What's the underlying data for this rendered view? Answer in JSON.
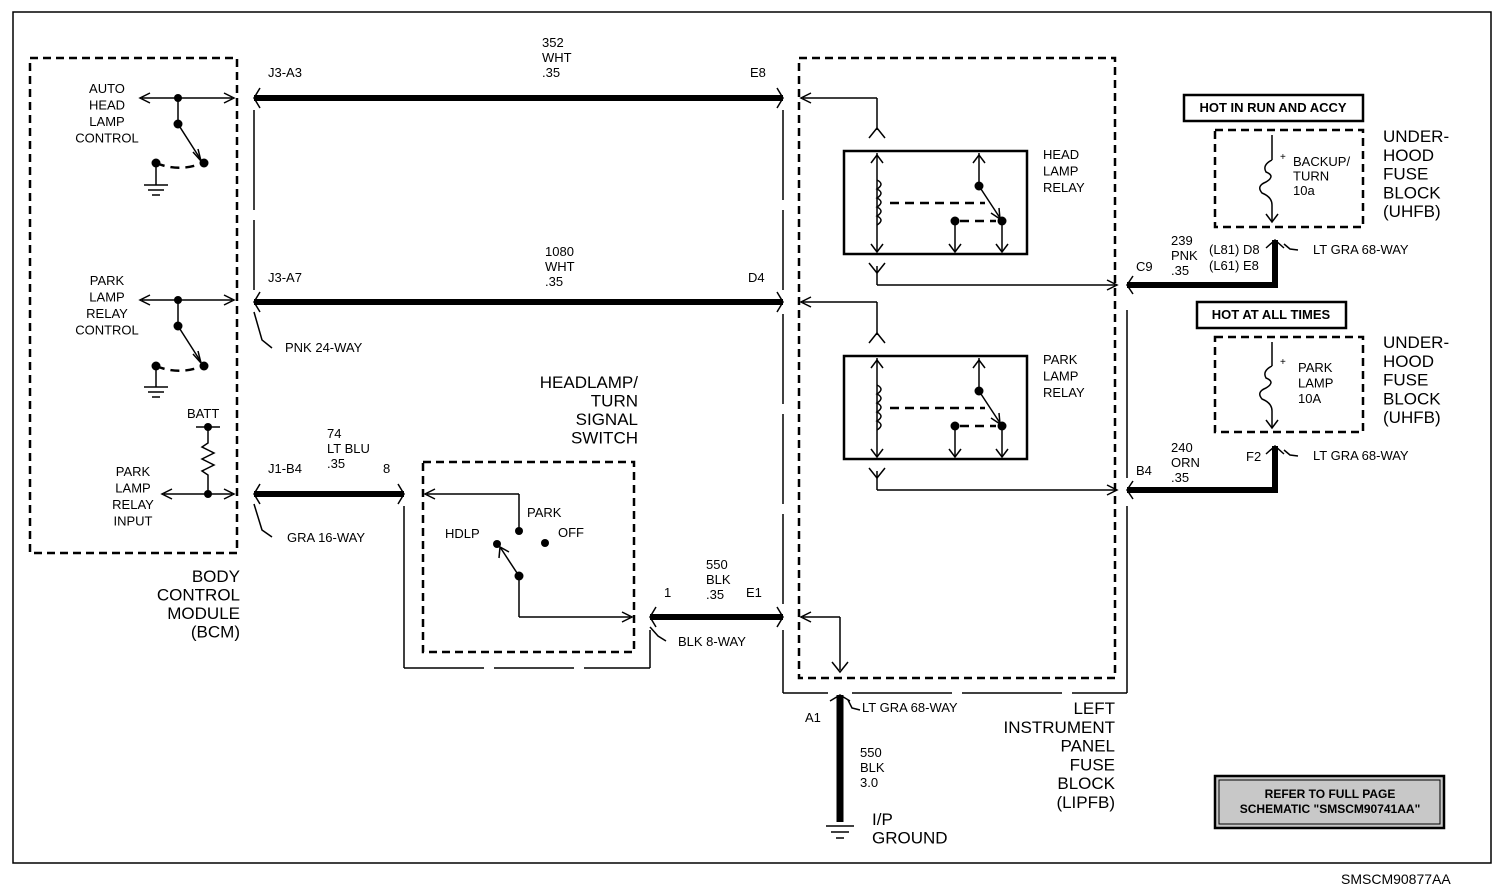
{
  "labels": {
    "bcm_auto_head_lamp": [
      "AUTO",
      "HEAD",
      "LAMP",
      "CONTROL"
    ],
    "bcm_park_lamp_relay_ctrl": [
      "PARK",
      "LAMP",
      "RELAY",
      "CONTROL"
    ],
    "bcm_batt": "BATT",
    "bcm_park_lamp_relay_input": [
      "PARK",
      "LAMP",
      "RELAY",
      "INPUT"
    ],
    "bcm_name": [
      "BODY",
      "CONTROL",
      "MODULE",
      "(BCM)"
    ],
    "wire_352": [
      "352",
      "WHT",
      ".35"
    ],
    "wire_1080": [
      "1080",
      "WHT",
      ".35"
    ],
    "wire_74": [
      "74",
      "LT BLU",
      ".35"
    ],
    "wire_550_small": [
      "550",
      "BLK",
      ".35"
    ],
    "wire_550_ground": [
      "550",
      "BLK",
      "3.0"
    ],
    "wire_239": [
      "239",
      "PNK",
      ".35"
    ],
    "wire_240": [
      "240",
      "ORN",
      ".35"
    ],
    "pin_j3a3": "J3-A3",
    "pin_j3a7": "J3-A7",
    "pin_j1b4": "J1-B4",
    "pin_8": "8",
    "pin_1": "1",
    "pin_e8": "E8",
    "pin_d4": "D4",
    "pin_e1": "E1",
    "pin_c9": "C9",
    "pin_b4": "B4",
    "pin_a1": "A1",
    "pin_f2": "F2",
    "pin_l81_d8": "(L81) D8",
    "pin_l61_e8": "(L61) E8",
    "conn_pnk24": "PNK 24-WAY",
    "conn_gra16": "GRA 16-WAY",
    "conn_blk8": "BLK 8-WAY",
    "conn_ltgra68_a": "LT GRA 68-WAY",
    "conn_ltgra68_b": "LT GRA 68-WAY",
    "conn_ltgra68_c": "LT GRA 68-WAY",
    "switch_name": [
      "HEADLAMP/",
      "TURN",
      "SIGNAL",
      "SWITCH"
    ],
    "switch_hdlp": "HDLP",
    "switch_park": "PARK",
    "switch_off": "OFF",
    "head_lamp_relay": [
      "HEAD",
      "LAMP",
      "RELAY"
    ],
    "park_lamp_relay": [
      "PARK",
      "LAMP",
      "RELAY"
    ],
    "lipfb_name": [
      "LEFT",
      "INSTRUMENT",
      "PANEL",
      "FUSE",
      "BLOCK",
      "(LIPFB)"
    ],
    "hot_run_accy": "HOT IN RUN AND ACCY",
    "hot_all_times": "HOT AT ALL TIMES",
    "fuse_backup_turn": [
      "BACKUP/",
      "TURN",
      "10a"
    ],
    "fuse_park_lamp": [
      "PARK",
      "LAMP",
      "10A"
    ],
    "uhfb_name_1": [
      "UNDER-",
      "HOOD",
      "FUSE",
      "BLOCK",
      "(UHFB)"
    ],
    "uhfb_name_2": [
      "UNDER-",
      "HOOD",
      "FUSE",
      "BLOCK",
      "(UHFB)"
    ],
    "ground_name": [
      "I/P",
      "GROUND"
    ],
    "refer_note": [
      "REFER TO FULL PAGE",
      "SCHEMATIC \"SMSCM90741AA\""
    ],
    "diagram_id": "SMSCM90877AA"
  }
}
